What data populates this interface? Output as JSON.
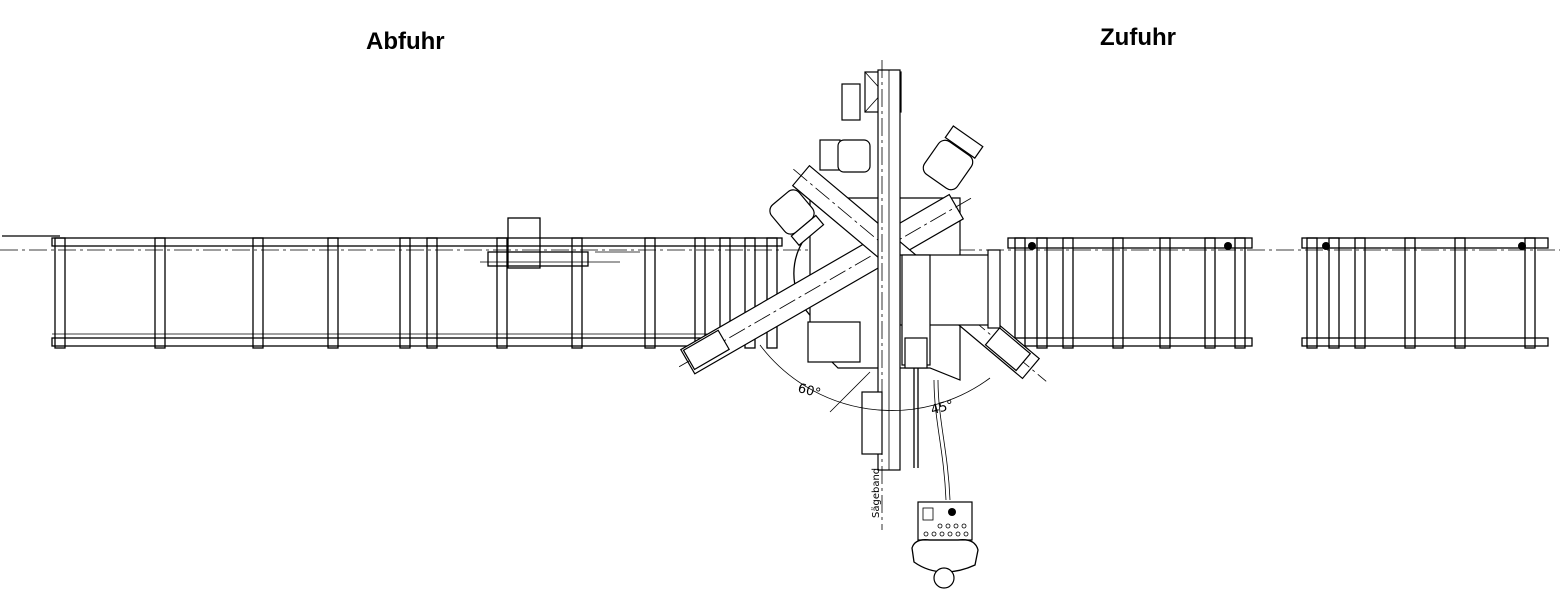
{
  "labels": {
    "outfeed": "Abfuhr",
    "infeed": "Zufuhr",
    "angle_left": "60°",
    "angle_right": "45°",
    "saw_band": "Sägeband"
  }
}
